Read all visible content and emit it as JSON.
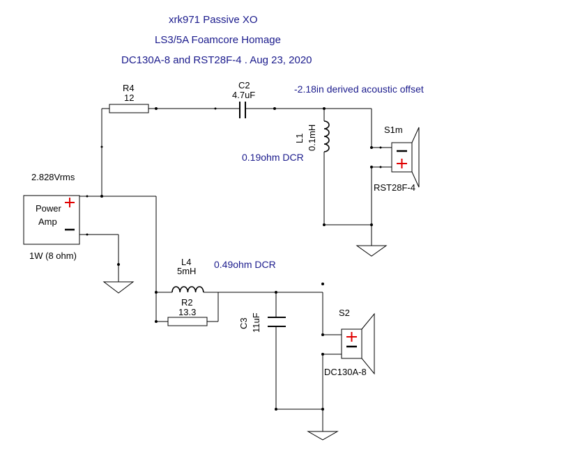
{
  "title": {
    "line1": "xrk971 Passive XO",
    "line2": "LS3/5A Foamcore Homage",
    "line3": "DC130A-8 and RST28F-4  . Aug 23, 2020"
  },
  "annotations": {
    "acoustic_offset": "-2.18in derived acoustic offset",
    "l1_dcr": "0.19ohm DCR",
    "l4_dcr": "0.49ohm DCR"
  },
  "source": {
    "voltage": "2.828Vrms",
    "name_line1": "Power",
    "name_line2": "Amp",
    "power": "1W (8 ohm)"
  },
  "components": {
    "r4": {
      "ref": "R4",
      "value": "12"
    },
    "c2": {
      "ref": "C2",
      "value": "4.7uF"
    },
    "l1": {
      "ref": "L1",
      "value": "0.1mH"
    },
    "l4": {
      "ref": "L4",
      "value": "5mH"
    },
    "r2": {
      "ref": "R2",
      "value": "13.3"
    },
    "c3": {
      "ref": "C3",
      "value": "11uF"
    }
  },
  "speakers": {
    "s1m": {
      "ref": "S1m",
      "model": "RST28F-4"
    },
    "s2": {
      "ref": "S2",
      "model": "DC130A-8"
    }
  }
}
